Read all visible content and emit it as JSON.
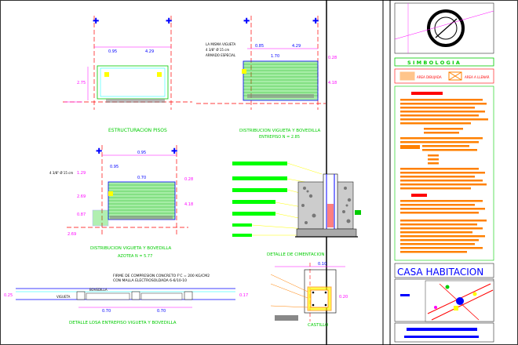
{
  "drawing": {
    "labels": {
      "plan1_title": "DISTRIBUCION VIGUETA Y BOVEDILLA",
      "plan1_subtitle": "ENTREPISO  N = 2.85",
      "plan2_title": "DISTRIBUCION VIGUETA Y BOVEDILLA",
      "plan2_subtitle": "AZOTEA  N = 5.77",
      "plan3_title": "DETALLE DE CIMENTACION",
      "plan4_title": "DETALLE LOSA ENTREPISO VIGUETA Y BOVEDILLA",
      "plan5_title": "CASTILLO",
      "estructuracion": "ESTRUCTURACION PISOS",
      "slab_note_1": "FIRME DE COMPRESION CONCRETO F'C = 200 KG/CM2",
      "slab_note_2": "CON MALLA ELECTROSOLDADA  6-6/10-10",
      "vigueta": "VIGUETA",
      "bovedilla": "BOVEDILLA"
    },
    "dims": {
      "d1": "0.95",
      "d2": "4.29",
      "d3": "2.75",
      "d4": "0.85",
      "d5": "4.29",
      "d6": "1.70",
      "d7": "0.28",
      "d8": "4.18",
      "d9": "0.95",
      "d10": "0.70",
      "d11": "0.95",
      "d12": "0.28",
      "d13": "2.69",
      "d14": "1.29",
      "d15": "0.87",
      "d16": "2.69",
      "d17": "4.18",
      "d18": "0.70",
      "d19": "0.70",
      "d20": "0.25",
      "d21": "0.17",
      "d22": "0.10",
      "d23": "0.20"
    },
    "notes": {
      "n1": "LA MISMA VIGUETA",
      "n2": "4 3/8\" Ø 15 cm",
      "n3": "ARMADO ESPECIAL"
    }
  },
  "titleblock": {
    "simbologia": "S I M B O L O G I A",
    "legend_1": "AREA DIBUJADA",
    "legend_2": "AREA A LLENAR",
    "project_name": "CASA  HABITACION",
    "colors": {
      "red": "#ff0000",
      "orange": "#ff8000",
      "yellow": "#ffff00",
      "green": "#00cc00",
      "blue": "#0000ff",
      "magenta": "#ff00ff"
    }
  }
}
